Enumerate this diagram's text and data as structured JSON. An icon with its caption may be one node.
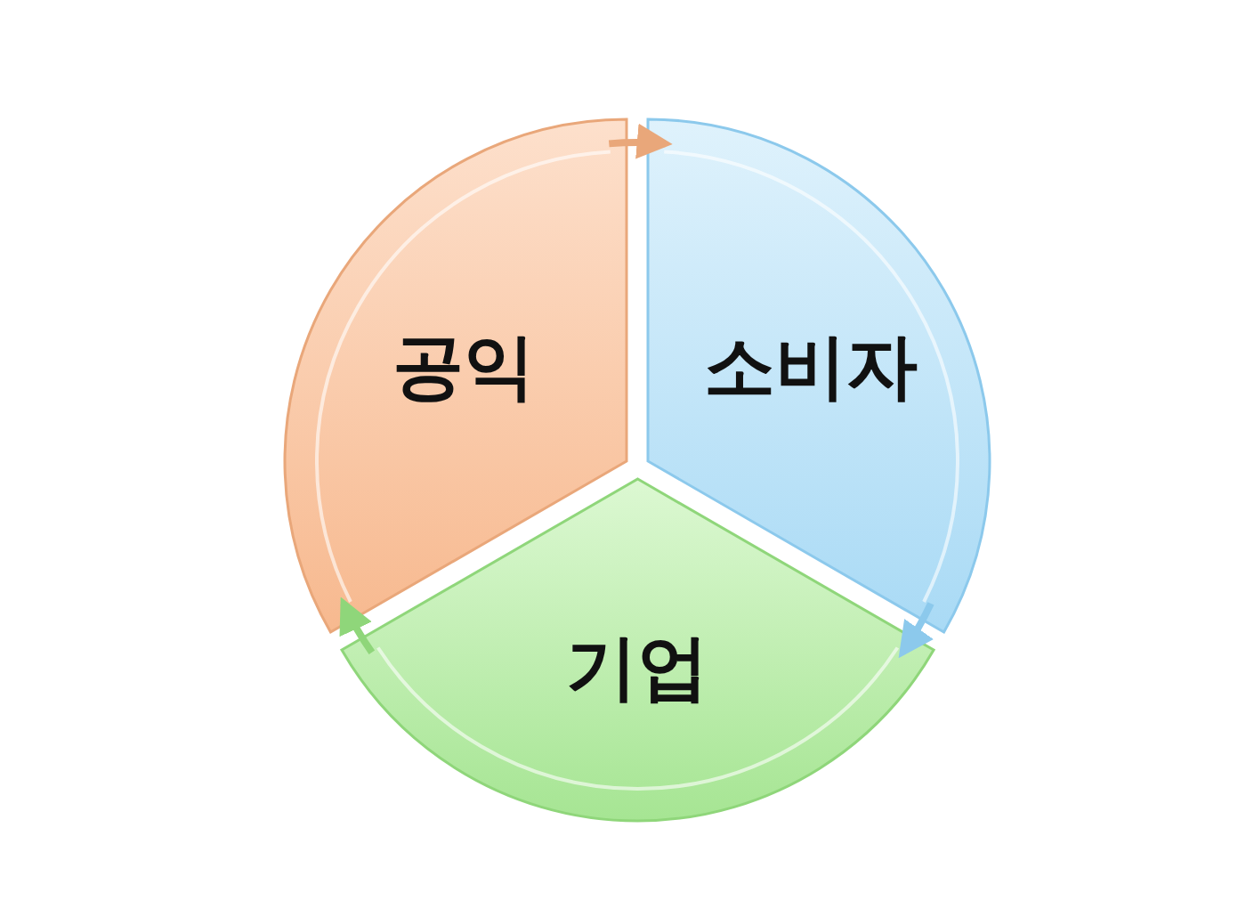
{
  "diagram": {
    "nodes": [
      {
        "text": [
          "공익"
        ]
      },
      {
        "text": [
          "소비자"
        ]
      },
      {
        "text": [
          "기업"
        ]
      }
    ],
    "edges": [
      {
        "from": 0,
        "to": 1,
        "arrow": "to",
        "color": "#e9a77a"
      },
      {
        "from": 1,
        "to": 2,
        "arrow": "to",
        "color": "#8cc9ec"
      },
      {
        "from": 2,
        "to": 0,
        "arrow": "to",
        "color": "#8fd67a"
      }
    ]
  }
}
